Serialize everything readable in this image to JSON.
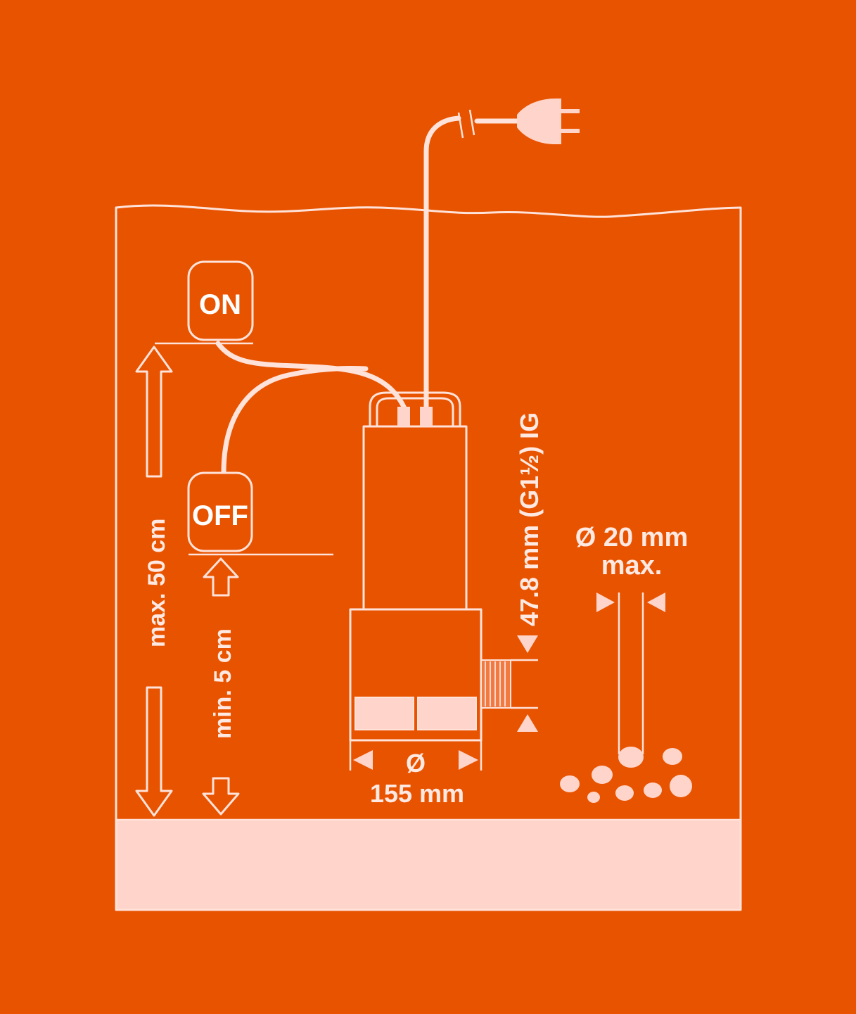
{
  "colors": {
    "background": "#E85300",
    "line": "#FFE2D9",
    "fill": "#FFD5CB"
  },
  "float_switch": {
    "on_label": "ON",
    "off_label": "OFF"
  },
  "dimensions": {
    "max_level": "max. 50 cm",
    "min_level": "min. 5 cm",
    "outlet": "47.8 mm (G1½) IG",
    "base_diameter_symbol": "Ø",
    "base_diameter": "155 mm",
    "particle_size": "Ø 20 mm",
    "particle_size_qualifier": "max."
  },
  "icons": [
    "power-plug-icon",
    "arrow-up-icon",
    "arrow-down-icon",
    "dimension-arrow-icon",
    "pebbles-icon"
  ]
}
